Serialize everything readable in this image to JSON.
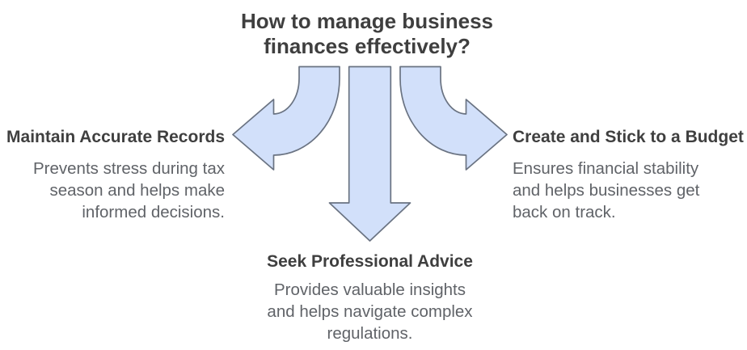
{
  "title": {
    "lines": [
      "How to manage business",
      "finances effectively?"
    ]
  },
  "branches": {
    "left": {
      "heading": "Maintain Accurate Records",
      "desc_lines": [
        "Prevents stress during tax",
        "season and helps make",
        "informed decisions."
      ]
    },
    "right": {
      "heading": "Create and Stick to a Budget",
      "desc_lines": [
        "Ensures financial stability",
        "and helps businesses get",
        "back on track."
      ]
    },
    "bottom": {
      "heading": "Seek Professional Advice",
      "desc_lines": [
        "Provides valuable insights",
        "and helps navigate complex",
        "regulations."
      ]
    }
  },
  "icons": {
    "left_arrow": "curved-arrow-left",
    "center_arrow": "arrow-down",
    "right_arrow": "curved-arrow-right"
  },
  "colors": {
    "background": "#ffffff",
    "arrow_fill": "#d2e0fa",
    "arrow_stroke": "#6a7382",
    "heading_text": "#3f3f3f",
    "body_text": "#606368"
  }
}
